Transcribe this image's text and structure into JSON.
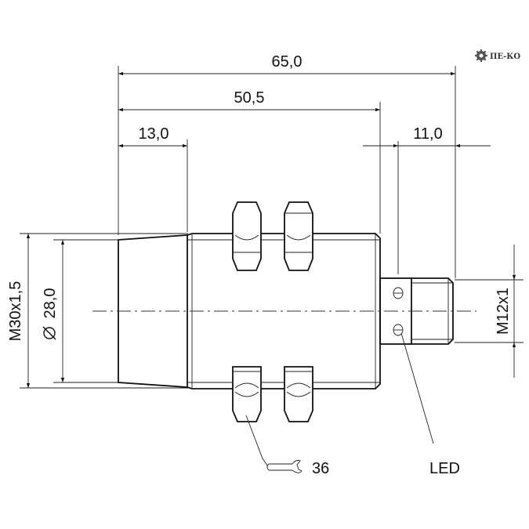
{
  "logo": {
    "text": "ПЕ-КО",
    "icon": "gear-icon"
  },
  "dimensions": {
    "overall_length": "65,0",
    "thread_length": "50,5",
    "face_length": "13,0",
    "connector_length": "11,0",
    "thread_spec": "M30x1,5",
    "face_diameter": "28,0",
    "connector_thread": "M12x1"
  },
  "labels": {
    "wrench_size": "36",
    "led": "LED"
  },
  "icons": {
    "diameter": "diameter-symbol-icon",
    "wrench": "wrench-icon"
  }
}
